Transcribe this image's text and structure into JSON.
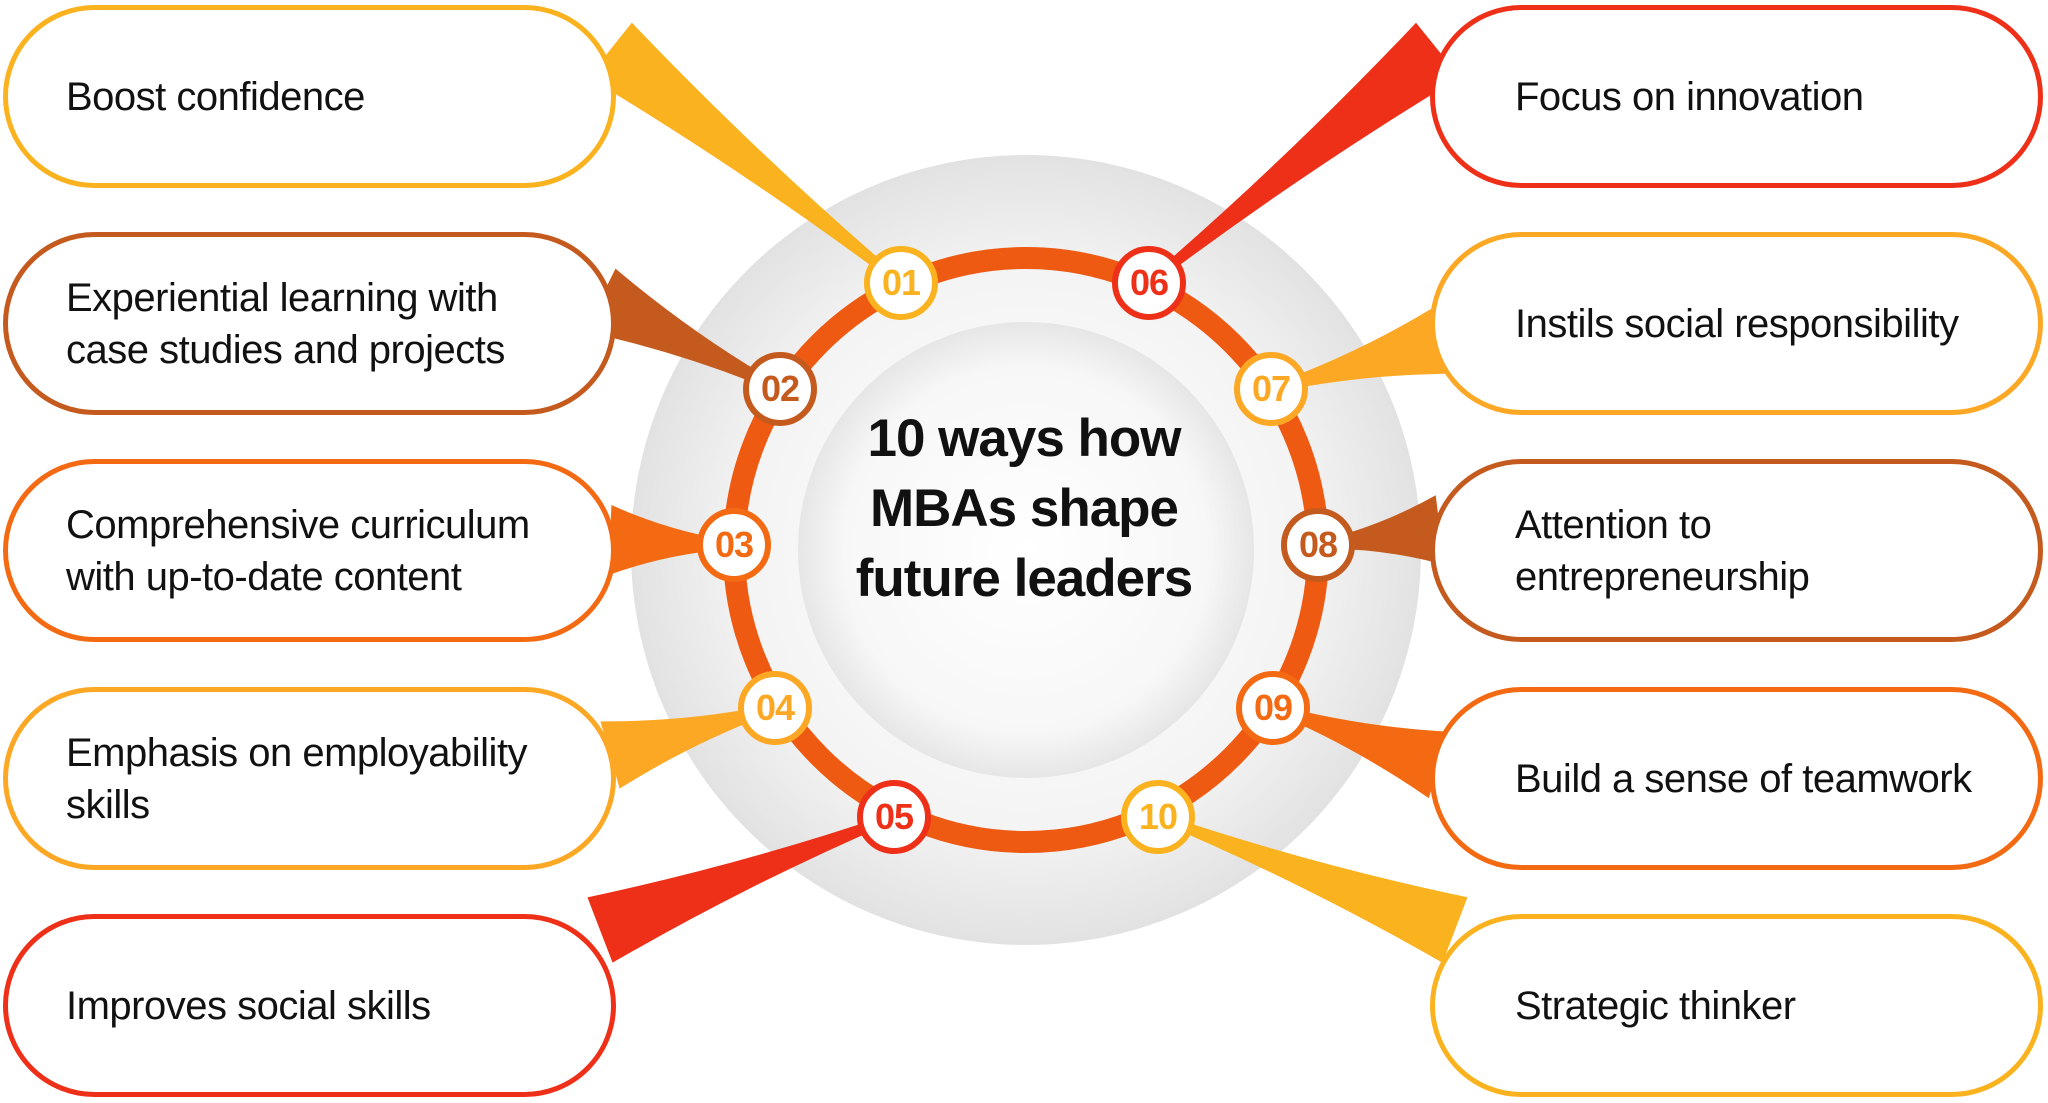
{
  "title": "10 ways how MBAs shape future leaders",
  "colors": {
    "yellow": "#FBB21F",
    "brown": "#C55A1E",
    "orange": "#F46A12",
    "red": "#EE3019",
    "ring": "#EF5A13",
    "light_yellow": "#FCA825"
  },
  "items": [
    {
      "number": "01",
      "label": "Boost confidence",
      "color": "#FBB21F"
    },
    {
      "number": "02",
      "label": "Experiential learning with case studies and projects",
      "color": "#C55A1E"
    },
    {
      "number": "03",
      "label": "Comprehensive curriculum with up-to-date content",
      "color": "#F46A12"
    },
    {
      "number": "04",
      "label": "Emphasis on employability skills",
      "color": "#FCA825"
    },
    {
      "number": "05",
      "label": "Improves social skills",
      "color": "#EE3019"
    },
    {
      "number": "06",
      "label": "Focus on innovation",
      "color": "#EE3019"
    },
    {
      "number": "07",
      "label": "Instils social responsibility",
      "color": "#FCA825"
    },
    {
      "number": "08",
      "label": "Attention to entrepreneurship",
      "color": "#C55A1E"
    },
    {
      "number": "09",
      "label": "Build a sense of teamwork",
      "color": "#F46A12"
    },
    {
      "number": "10",
      "label": "Strategic thinker",
      "color": "#FBB21F"
    }
  ]
}
